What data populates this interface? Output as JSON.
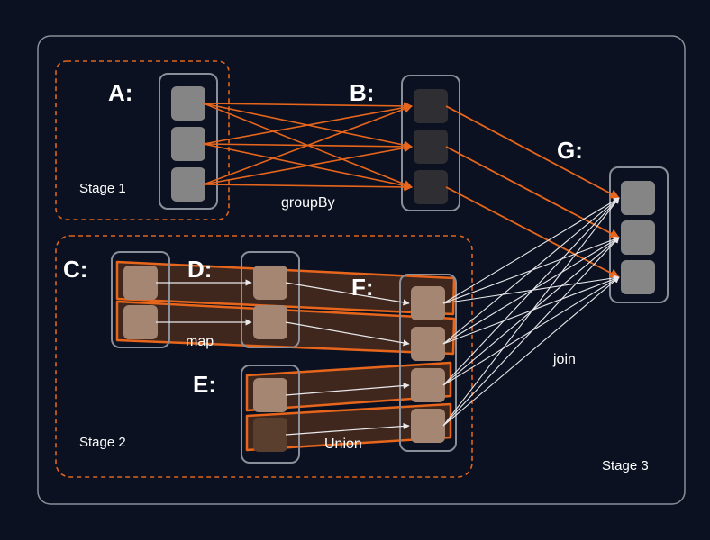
{
  "colors": {
    "background": "#0b1120",
    "frame": "#8a8f99",
    "stage_dash": "#e0651c",
    "orange_edge": "#e8661c",
    "white_edge": "#e9e9ec",
    "block_light": "#858585",
    "block_dark": "#2f2f33",
    "block_tan": "#a48672",
    "block_brown": "#5a3e2e",
    "highlight_fill": "#6b3a1d"
  },
  "stages": [
    {
      "id": "stage1",
      "label": "Stage 1"
    },
    {
      "id": "stage2",
      "label": "Stage 2"
    },
    {
      "id": "stage3",
      "label": "Stage 3"
    }
  ],
  "nodes": [
    {
      "id": "A",
      "label": "A:",
      "partitions": 3,
      "tone": "light"
    },
    {
      "id": "B",
      "label": "B:",
      "partitions": 3,
      "tone": "dark"
    },
    {
      "id": "G",
      "label": "G:",
      "partitions": 3,
      "tone": "light"
    },
    {
      "id": "C",
      "label": "C:",
      "partitions": 2,
      "tone": "tan"
    },
    {
      "id": "D",
      "label": "D:",
      "partitions": 2,
      "tone": "tan"
    },
    {
      "id": "E",
      "label": "E:",
      "partitions": 2,
      "tone": "tan_brown"
    },
    {
      "id": "F",
      "label": "F:",
      "partitions": 4,
      "tone": "tan"
    }
  ],
  "operations": [
    {
      "id": "groupBy",
      "label": "groupBy"
    },
    {
      "id": "map",
      "label": "map"
    },
    {
      "id": "union",
      "label": "Union"
    },
    {
      "id": "join",
      "label": "join"
    }
  ],
  "edges": [
    {
      "from": "A",
      "to": "B",
      "type": "all-to-all",
      "color": "orange_edge"
    },
    {
      "from": "B",
      "to": "G",
      "type": "one-to-one",
      "color": "orange_edge"
    },
    {
      "from": "C",
      "to": "D",
      "type": "one-to-one",
      "color": "white_edge"
    },
    {
      "from": "D",
      "to": "F",
      "type": "one-to-one",
      "color": "white_edge",
      "target_partitions": [
        0,
        1
      ]
    },
    {
      "from": "E",
      "to": "F",
      "type": "one-to-one",
      "color": "white_edge",
      "target_partitions": [
        2,
        3
      ]
    },
    {
      "from": "F",
      "to": "G",
      "type": "all-to-all",
      "color": "white_edge"
    }
  ]
}
